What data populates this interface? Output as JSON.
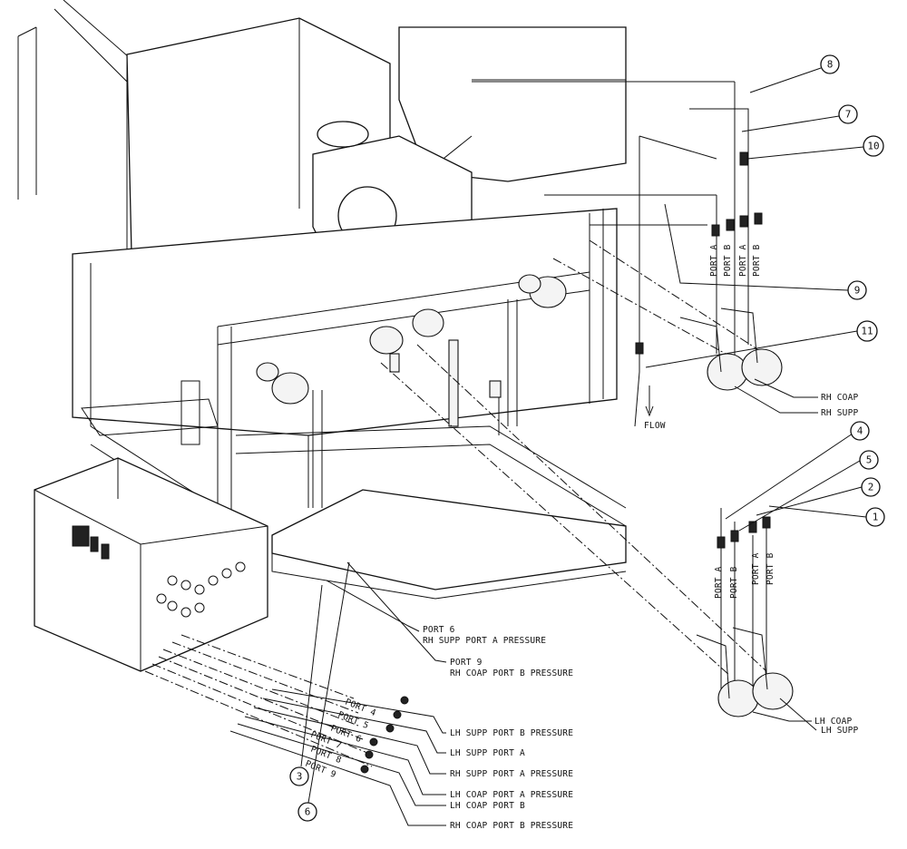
{
  "callouts": [
    "1",
    "2",
    "3",
    "4",
    "5",
    "6",
    "7",
    "8",
    "9",
    "10",
    "11"
  ],
  "port_labels": {
    "rh_a": "PORT A",
    "rh_b": "PORT B",
    "rh_a2": "PORT A",
    "rh_b2": "PORT B",
    "lh_a": "PORT A",
    "lh_b": "PORT B",
    "lh_a2": "PORT A",
    "lh_b2": "PORT B"
  },
  "valve_labels": {
    "rh_coap": "RH COAP",
    "rh_supp": "RH SUPP",
    "flow": "FLOW",
    "lh_supp": "LH SUPP",
    "lh_coap": "LH COAP"
  },
  "pressure_notes": {
    "port6_title": "PORT 6",
    "port6_desc": "RH SUPP PORT A PRESSURE",
    "port9_title": "PORT 9",
    "port9_desc": "RH COAP PORT B PRESSURE"
  },
  "panel_ports": [
    "PORT 4",
    "PORT 5",
    "PORT 6",
    "PORT 7",
    "PORT 8",
    "PORT 9"
  ],
  "port_descriptions": [
    "LH SUPP PORT B PRESSURE",
    "LH SUPP PORT A",
    "RH SUPP PORT A PRESSURE",
    "LH COAP PORT A PRESSURE",
    "LH COAP PORT B",
    "RH COAP PORT B PRESSURE"
  ]
}
